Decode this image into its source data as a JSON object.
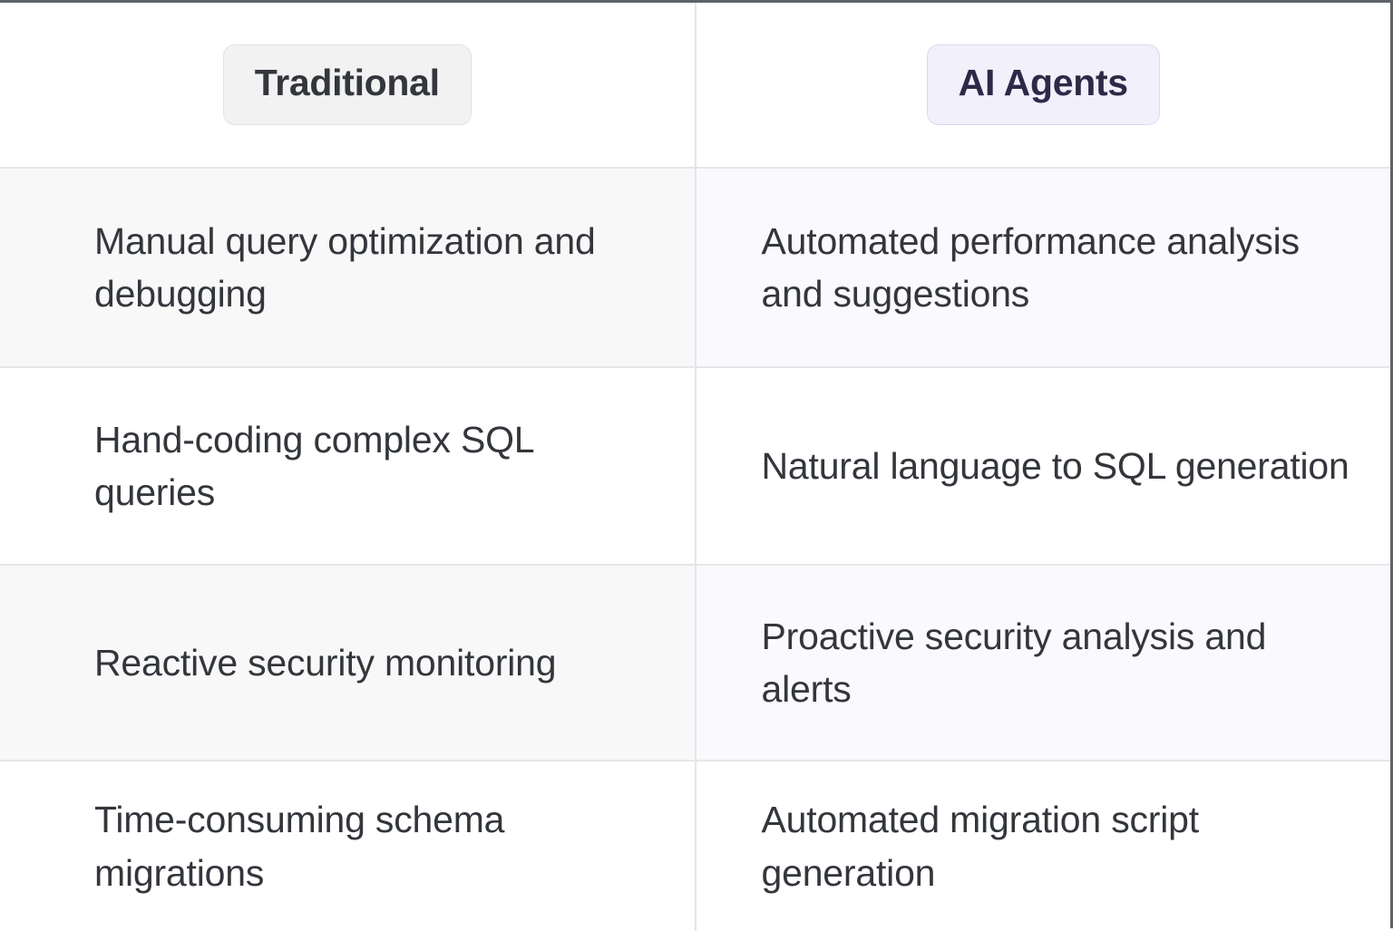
{
  "table": {
    "columns": [
      {
        "key": "traditional",
        "label": "Traditional",
        "style": "gray-pill"
      },
      {
        "key": "ai_agents",
        "label": "AI Agents",
        "style": "purple-pill"
      }
    ],
    "rows": [
      {
        "traditional": "Manual query optimization and debugging",
        "ai_agents": "Automated performance analysis and suggestions",
        "striped": true
      },
      {
        "traditional": "Hand-coding complex SQL queries",
        "ai_agents": "Natural language to SQL generation",
        "striped": false
      },
      {
        "traditional": "Reactive security monitoring",
        "ai_agents": "Proactive security analysis and alerts",
        "striped": true
      },
      {
        "traditional": "Time-consuming schema migrations",
        "ai_agents": "Automated migration script generation",
        "striped": false
      }
    ]
  },
  "colors": {
    "page_background": "#ffffff",
    "text_primary": "#33363b",
    "outer_border": "#5f6368",
    "grid_line": "#e6e6e8",
    "traditional_pill_background": "#f2f2f3",
    "traditional_pill_border": "#e2e2e4",
    "traditional_pill_text": "#33363b",
    "ai_pill_background": "#f2f0fb",
    "ai_pill_border": "#ddd8f2",
    "ai_pill_text": "#2c2a47",
    "stripe_left": "#f8f8f9",
    "stripe_right": "#faf9fd"
  }
}
